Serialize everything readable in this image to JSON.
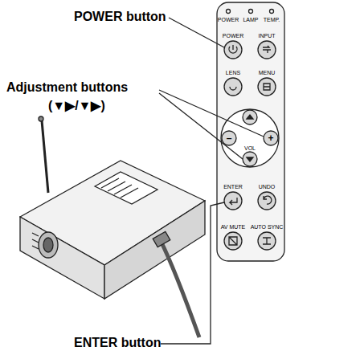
{
  "diagram": {
    "labels": [
      "POWER button",
      "Adjustment buttons",
      "(▼▶/▼▶)",
      "ENTER button",
      "POWER",
      "LAMP",
      "TEMP.",
      "POWER",
      "INPUT",
      "LENS",
      "MENU",
      "VOL",
      "ENTER",
      "UNDO",
      "AV MUTE",
      "AUTO SYNC",
      "–",
      "+"
    ]
  }
}
